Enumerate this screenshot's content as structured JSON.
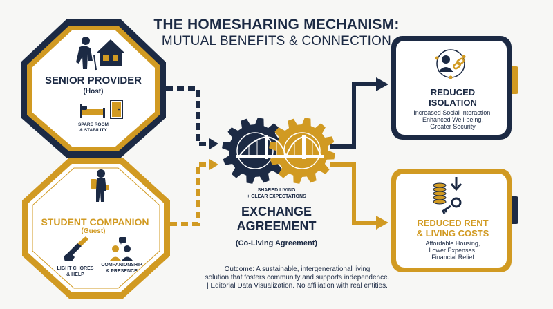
{
  "title": {
    "line1": "THE HOMESHARING MECHANISM:",
    "line2": "MUTUAL BENEFITS & CONNECTION"
  },
  "senior_provider": {
    "title": "SENIOR PROVIDER",
    "subtitle": "(Host)",
    "offer_line1": "SPARE ROOM",
    "offer_line2": "& STABILITY"
  },
  "student_companion": {
    "title": "STUDENT COMPANION",
    "subtitle": "(Guest)",
    "chores_line1": "LIGHT CHORES",
    "chores_line2": "& HELP",
    "companionship_line1": "COMPANIONSHIP",
    "companionship_line2": "& PRESENCE"
  },
  "exchange": {
    "shared_line1": "SHARED LIVING",
    "shared_line2": "+ CLEAR EXPECTATIONS",
    "title_line1": "EXCHANGE",
    "title_line2": "AGREEMENT",
    "subtitle": "(Co-Living Agreement)"
  },
  "reduced_isolation": {
    "title_line1": "REDUCED",
    "title_line2": "ISOLATION",
    "desc_line1": "Increased Social Interaction,",
    "desc_line2": "Enhanced Well-being,",
    "desc_line3": "Greater Security"
  },
  "reduced_rent": {
    "title_line1": "REDUCED RENT",
    "title_line2": "& LIVING COSTS",
    "desc_line1": "Affordable Housing,",
    "desc_line2": "Lower Expenses,",
    "desc_line3": "Financial Relief"
  },
  "footer": {
    "line1": "Outcome: A sustainable, intergenerational living",
    "line2": "solution that fosters community and supports independence.",
    "line3": "| Editorial Data Visualization. No affiliation with real entities."
  },
  "colors": {
    "navy": "#1c2a44",
    "gold": "#d19a22",
    "background": "#f7f7f5"
  }
}
